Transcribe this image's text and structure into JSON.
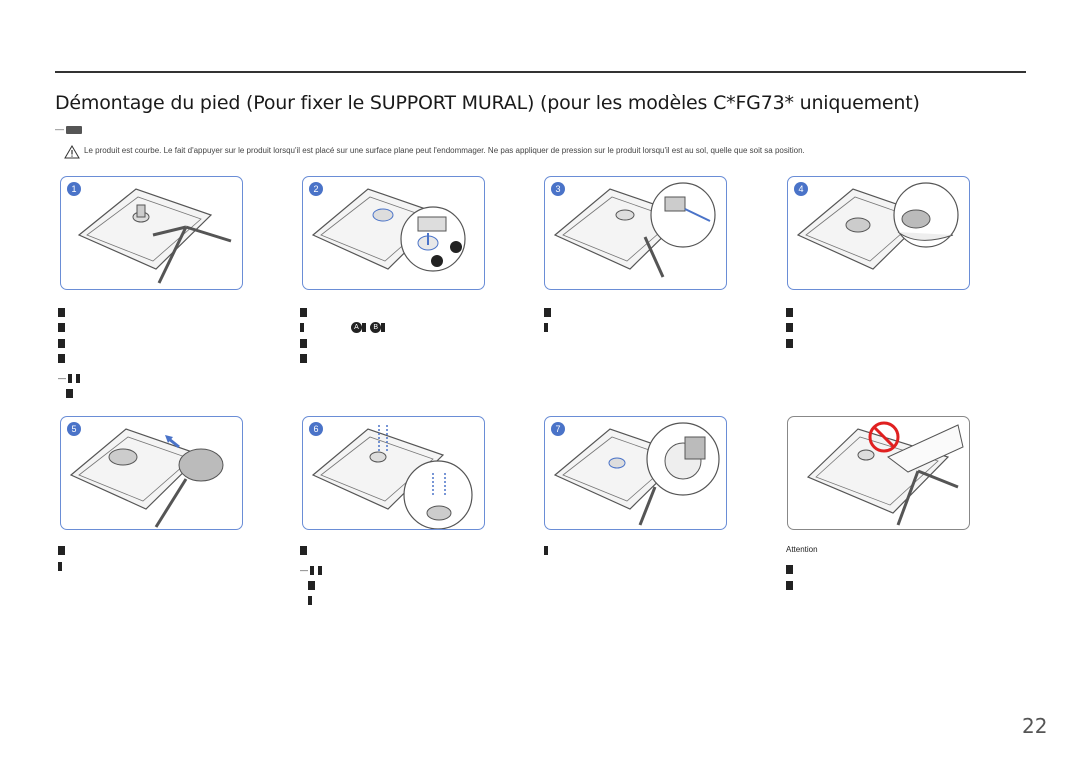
{
  "title": "Démontage du pied (Pour fixer le SUPPORT MURAL) (pour les modèles C*FG73* uniquement)",
  "caution": "Le produit est courbe. Le fait d'appuyer sur le produit lorsqu'il est placé sur une surface plane peut l'endommager. Ne pas appliquer de pression sur le produit lorsqu'il est au sol, quelle que soit sa position.",
  "steps": [
    "1",
    "2",
    "3",
    "4",
    "5",
    "6",
    "7"
  ],
  "markers": {
    "a": "A",
    "b": "B"
  },
  "attention": "Attention",
  "page_number": "22",
  "colors": {
    "accent": "#4a73c8",
    "prohibition": "#e02020"
  }
}
